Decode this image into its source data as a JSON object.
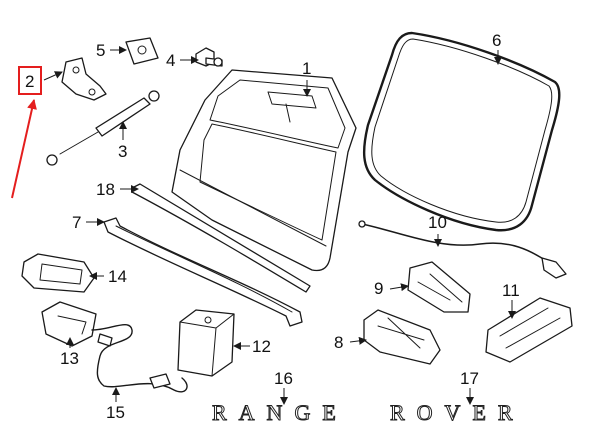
{
  "callouts": {
    "c1": "1",
    "c2": "2",
    "c3": "3",
    "c4": "4",
    "c5": "5",
    "c6": "6",
    "c7": "7",
    "c8": "8",
    "c9": "9",
    "c10": "10",
    "c11": "11",
    "c12": "12",
    "c13": "13",
    "c14": "14",
    "c15": "15",
    "c16": "16",
    "c17": "17",
    "c18": "18"
  },
  "emblem": {
    "word1": "RANGE",
    "word2": "ROVER"
  },
  "highlight": {
    "callout": "2",
    "color": "#e41e1e"
  }
}
